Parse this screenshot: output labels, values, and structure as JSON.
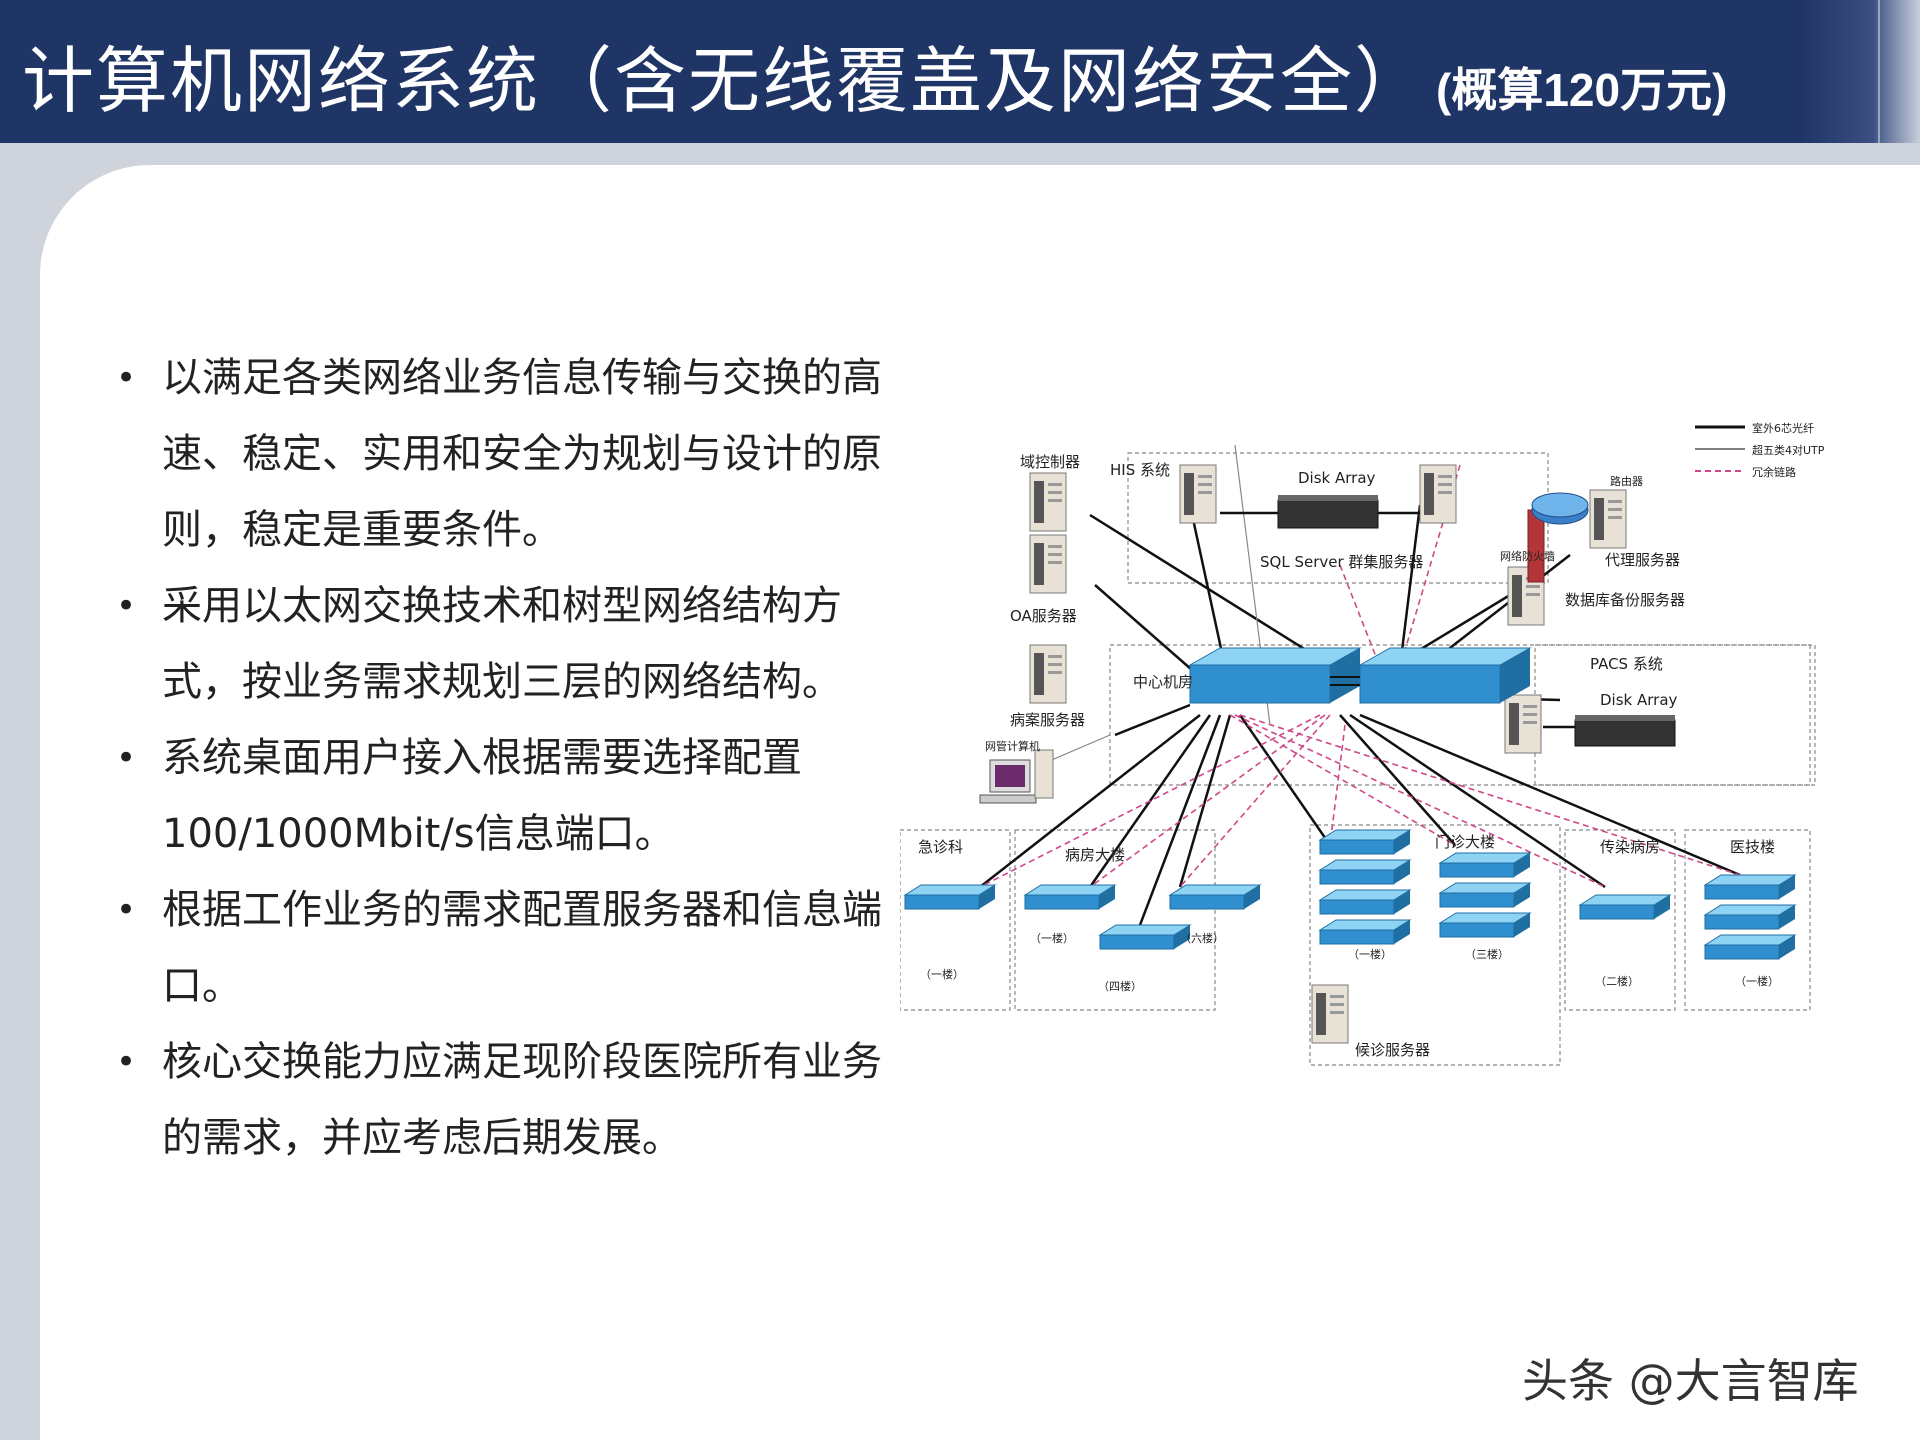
{
  "header": {
    "title": "计算机网络系统（含无线覆盖及网络安全）",
    "subtitle": "(概算120万元)"
  },
  "bullets": [
    "以满足各类网络业务信息传输与交换的高速、稳定、实用和安全为规划与设计的原则，稳定是重要条件。",
    "采用以太网交换技术和树型网络结构方式，按业务需求规划三层的网络结构。",
    "系统桌面用户接入根据需要选择配置100/1000Mbit/s信息端口。",
    "根据工作业务的需求配置服务器和信息端口。",
    "核心交换能力应满足现阶段医院所有业务的需求，并应考虑后期发展。"
  ],
  "diagram": {
    "legend": {
      "fiber": "室外6芯光纤",
      "utp": "超五类4对UTP",
      "redundant": "冗余链路"
    },
    "labels": {
      "domain_controller": "域控制器",
      "his": "HIS 系统",
      "disk_array_1": "Disk Array",
      "sql_cluster": "SQL Server 群集服务器",
      "router": "路由器",
      "firewall": "网络防火墙",
      "proxy": "代理服务器",
      "oa": "OA服务器",
      "db_backup": "数据库备份服务器",
      "pacs": "PACS 系统",
      "disk_array_2": "Disk Array",
      "center": "中心机房",
      "records": "病案服务器",
      "mgmt_pc": "网管计算机",
      "emergency": "急诊科",
      "ward": "病房大楼",
      "outpatient": "门诊大楼",
      "infectious": "传染病房",
      "medtech": "医技楼",
      "clinic_server": "候诊服务器",
      "f1a": "（一楼）",
      "f1b": "（一楼）",
      "f4": "（四楼）",
      "f6": "（六楼）",
      "f1c": "（一楼）",
      "f3": "（三楼）",
      "f2": "（二楼）",
      "f1d": "（一楼）"
    }
  },
  "watermark": "头条 @大言智库",
  "colors": {
    "header_bg": "#1f3566",
    "band_bg": "#cfd3dc",
    "switch_blue": "#3a9fd6",
    "redundant_pink": "#d0478a"
  }
}
